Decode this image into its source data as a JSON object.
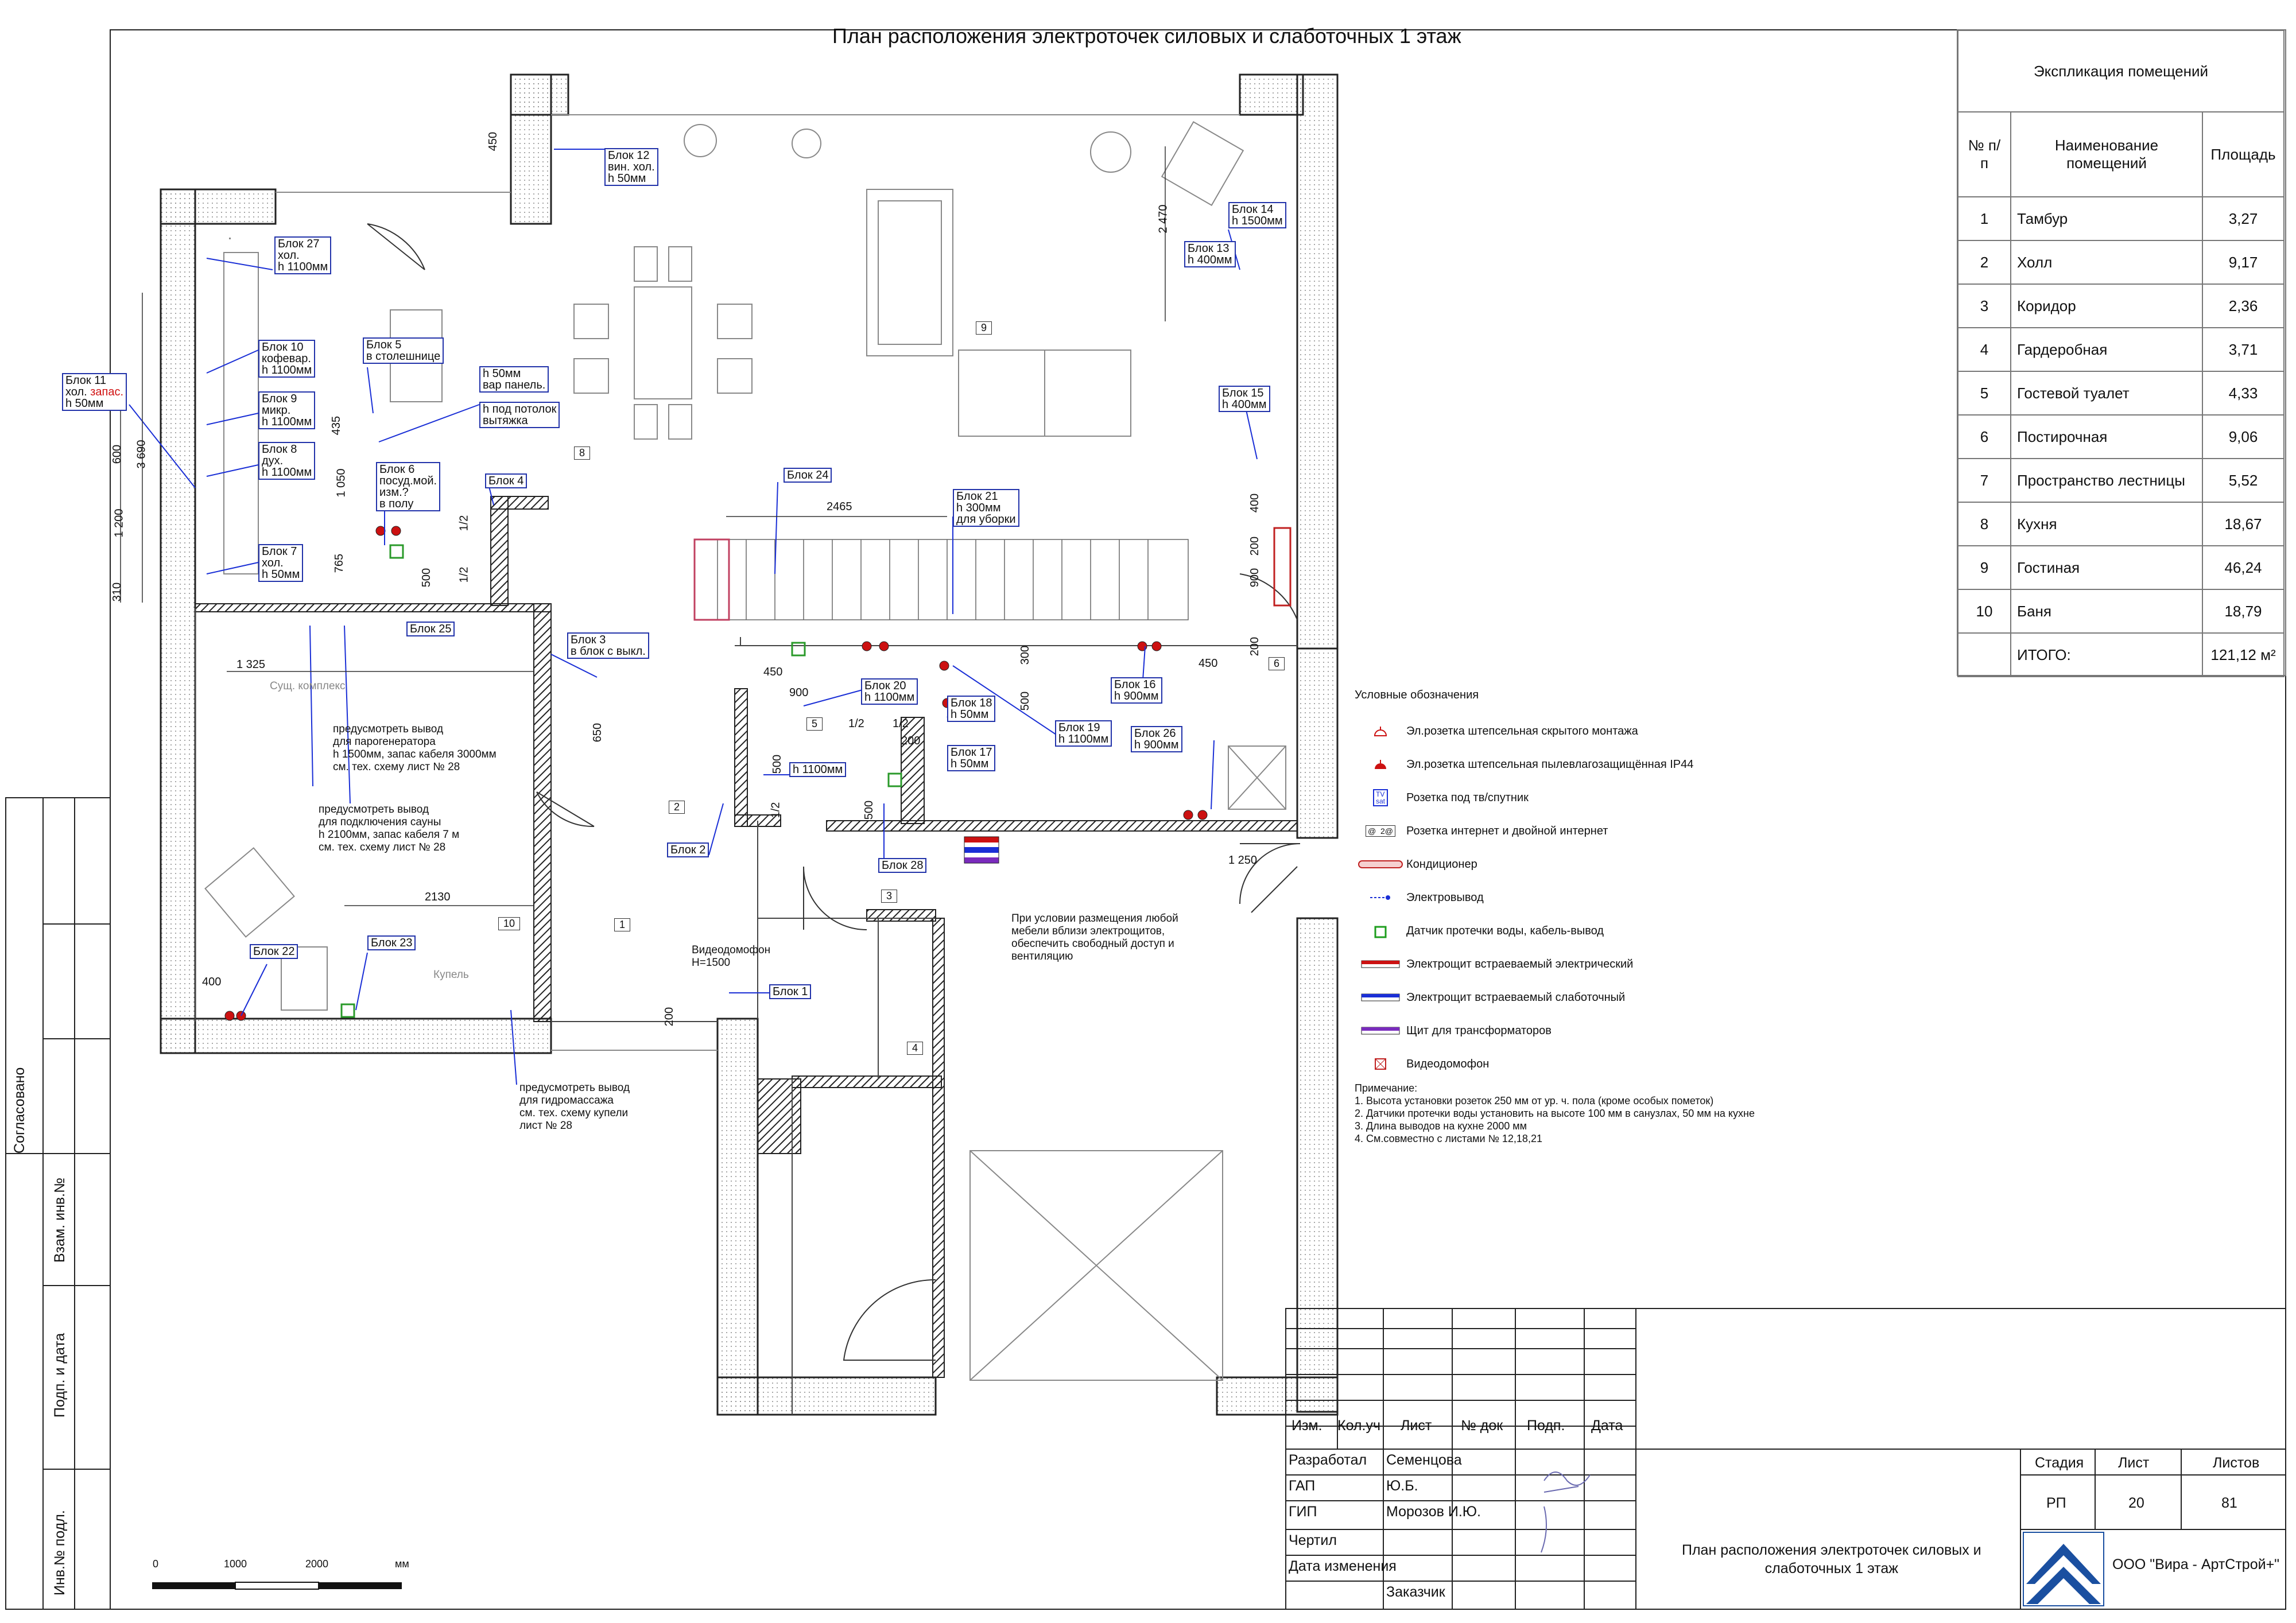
{
  "title": "План расположения электроточек силовых и слаботочных 1 этаж",
  "explication": {
    "caption": "Экспликация помещений",
    "headers": [
      "№ п/п",
      "Наименование помещений",
      "Площадь"
    ],
    "rows": [
      {
        "n": "1",
        "name": "Тамбур",
        "area": "3,27"
      },
      {
        "n": "2",
        "name": "Холл",
        "area": "9,17"
      },
      {
        "n": "3",
        "name": "Коридор",
        "area": "2,36"
      },
      {
        "n": "4",
        "name": "Гардеробная",
        "area": "3,71"
      },
      {
        "n": "5",
        "name": "Гостевой туалет",
        "area": "4,33"
      },
      {
        "n": "6",
        "name": "Постирочная",
        "area": "9,06"
      },
      {
        "n": "7",
        "name": "Пространство лестницы",
        "area": "5,52"
      },
      {
        "n": "8",
        "name": "Кухня",
        "area": "18,67"
      },
      {
        "n": "9",
        "name": "Гостиная",
        "area": "46,24"
      },
      {
        "n": "10",
        "name": "Баня",
        "area": "18,79"
      }
    ],
    "total_label": "ИТОГО:",
    "total_value": "121,12 м²"
  },
  "legend": {
    "title": "Условные обозначения",
    "items": [
      {
        "symbol": "outlet-hidden-icon",
        "label": "Эл.розетка штепсельная скрытого монтажа"
      },
      {
        "symbol": "outlet-ip44-icon",
        "label": "Эл.розетка штепсельная пылевлагозащищённая IP44"
      },
      {
        "symbol": "tv-socket-icon",
        "label": "Розетка под тв/спутник"
      },
      {
        "symbol": "internet-socket-icon",
        "label": "Розетка интернет и двойной интернет"
      },
      {
        "symbol": "air-conditioner-icon",
        "label": "Кондиционер"
      },
      {
        "symbol": "electric-output-icon",
        "label": "Электровывод"
      },
      {
        "symbol": "water-leak-sensor-icon",
        "label": "Датчик протечки воды, кабель-вывод"
      },
      {
        "symbol": "electric-panel-icon",
        "label": "Электрощит встраеваемый электрический"
      },
      {
        "symbol": "lowcurrent-panel-icon",
        "label": "Электрощит встраеваемый слаботочный"
      },
      {
        "symbol": "transformer-panel-icon",
        "label": "Щит для трансформаторов"
      },
      {
        "symbol": "video-intercom-icon",
        "label": "Видеодомофон"
      }
    ],
    "tv_glyph": "TV\nsat",
    "net_glyph": "@  2@"
  },
  "notes": {
    "title": "Примечание:",
    "lines": [
      "1. Высота установки розеток 250 мм от ур. ч. пола (кроме особых пометок)",
      "2. Датчики протечки воды установить на высоте 100 мм в санузлах, 50 мм  на кухне",
      "3. Длина выводов на кухне 2000 мм",
      "4. См.совместно с листами № 12,18,21"
    ]
  },
  "callouts": {
    "b1": "Блок 1",
    "b2": "Блок 2",
    "b3": "Блок 3\nв блок с выкл.",
    "b4": "Блок 4",
    "b5": "Блок 5\nв столешнице",
    "b6": "Блок 6\nпосуд.мой.\nизм.?\nв полу",
    "b7": "Блок 7\nхол.\nh 50мм",
    "b8": "Блок 8\nдух.\nh 1100мм",
    "b9": "Блок 9\nмикр.\nh 1100мм",
    "b10": "Блок 10\nкофевар.\nh 1100мм",
    "b11_a": "Блок 11\nхол. ",
    "b11_b": "запас.",
    "b11_c": "\nh 50мм",
    "b12": "Блок 12\nвин. хол.\nh 50мм",
    "b13": "Блок 13\nh 400мм",
    "b14": "Блок 14\nh 1500мм",
    "b15": "Блок 15\nh 400мм",
    "b16": "Блок 16\nh 900мм",
    "b17": "Блок 17\nh 50мм",
    "b18": "Блок 18\nh 50мм",
    "b19": "Блок 19\nh 1100мм",
    "b20": "Блок 20\nh 1100мм",
    "b21": "Блок 21\nh 300мм\nдля уборки",
    "b22": "Блок 22",
    "b23": "Блок 23",
    "b24": "Блок 24",
    "b25": "Блок 25",
    "b26": "Блок 26\nh 900мм",
    "b27": "Блок 27\nхол.\nh 1100мм",
    "b28": "Блок 28",
    "hood": "h 50мм\nвар панель.",
    "hood2": "h под потолок\nвытяжка",
    "h1100": "h 1100мм"
  },
  "annotations": {
    "steam": "предусмотреть вывод\nдля парогенератора\nh 1500мм, запас кабеля 3000мм\nсм. тех. схему лист № 28",
    "sauna": "предусмотреть вывод\nдля подключения сауны\nh 2100мм, запас кабеля 7 м\nсм. тех. схему лист № 28",
    "hydro": "предусмотреть вывод\nдля гидромассажа\nсм. тех. схему купели\nлист № 28",
    "furniture": "При условии размещения любой\nмебели вблизи электрощитов,\nобеспечить свободный доступ и\nвентиляцию",
    "intercom": "Видеодомофон\nН=1500",
    "sush": "Сущ. комплекс",
    "kupel": "Купель"
  },
  "dims": {
    "d450a": "450",
    "d2470": "2 470",
    "d3690": "3 690",
    "d600": "600",
    "d1200": "1 200",
    "d310": "310",
    "d435": "435",
    "d1050": "1 050",
    "d765": "765",
    "d500a": "500",
    "d12a": "1/2",
    "d12b": "1/2",
    "d2465": "2465",
    "d400a": "400",
    "d200a": "200",
    "d900a": "900",
    "d200b": "200",
    "d1325": "1 325",
    "d650": "650",
    "d450b": "450",
    "d900b": "900",
    "d12c": "1/2",
    "d12d": "1/2",
    "d500b": "500",
    "d12e": "1/2",
    "d200c": "200",
    "d300": "300",
    "d500c": "500",
    "d450c": "450",
    "d500d": "500",
    "d1250": "1 250",
    "d2130": "2130",
    "d400b": "400",
    "d200d": "200"
  },
  "rooms": [
    "1",
    "2",
    "3",
    "4",
    "5",
    "6",
    "8",
    "9",
    "10"
  ],
  "titleblock": {
    "cols": [
      "Изм.",
      "Кол.уч",
      "Лист",
      "№ док",
      "Подп.",
      "Дата"
    ],
    "roles": [
      "Разработал",
      "ГАП",
      "ГИП",
      "Чертил",
      "Дата изменения"
    ],
    "names": [
      "Семенцова",
      "Ю.Б.",
      "Морозов И.Ю."
    ],
    "customer": "Заказчик",
    "stage_h": "Стадия",
    "sheet_h": "Лист",
    "sheets_h": "Листов",
    "stage": "РП",
    "sheet": "20",
    "sheets": "81",
    "doc_title": "План расположения электроточек силовых и\nслаботочных 1 этаж",
    "company": "ООО \"Вира - АртСтрой+\""
  },
  "side": {
    "agreed": "Согласовано",
    "inv": "Взам. инв.№",
    "date": "Подп. и дата",
    "orig": "Инв.№ подл."
  },
  "scale": {
    "s0": "0",
    "s1": "1000",
    "s2": "2000",
    "unit": "мм"
  },
  "colors": {
    "frame": "#222",
    "wall": "#333",
    "panel_red": "#cc1111",
    "panel_blue": "#1a2fd6",
    "panel_purple": "#7a2bbd",
    "callout": "#2233aa",
    "leak": "#1e9e1e",
    "company": "#1a4fa0"
  }
}
